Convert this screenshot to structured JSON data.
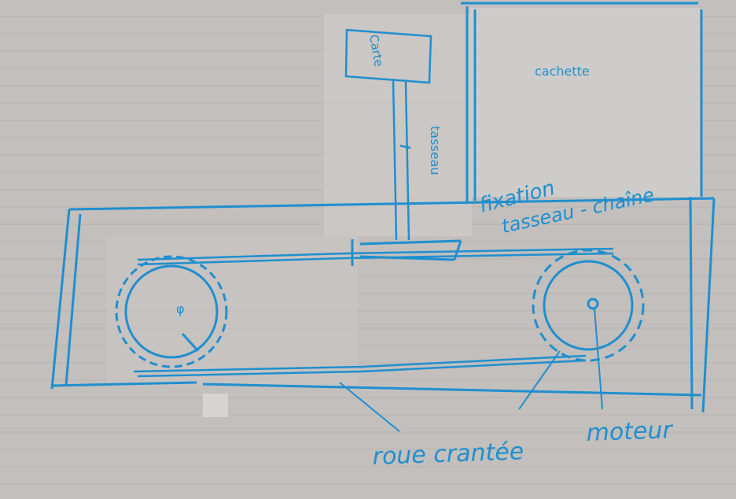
{
  "colors": {
    "paper": "#c3c0bd",
    "paper_light": "#ceccca",
    "ink": "#1f8fcf",
    "ink_dark": "#0f76b4"
  },
  "labels": {
    "cachette": "cachette",
    "card": "Carte",
    "tasseau": "tasseau",
    "fixation_line1": "fixation",
    "fixation_line2": "tasseau - chaîne",
    "roue_crantee": "roue crantée",
    "moteur": "moteur"
  },
  "icons": {
    "left_gear": "sprocket-gear-icon",
    "right_gear": "sprocket-gear-icon"
  }
}
